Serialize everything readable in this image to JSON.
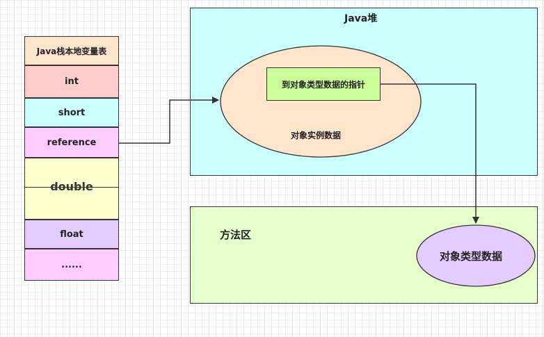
{
  "stack": {
    "title": "Java栈本地变量表",
    "slots": {
      "int": "int",
      "short": "short",
      "reference": "reference",
      "double": "double",
      "float": "float",
      "more": "......"
    }
  },
  "heap": {
    "title": "Java堆",
    "instance_label": "对象实例数据",
    "pointer_label": "到对象类型数据的指针"
  },
  "method_area": {
    "title": "方法区",
    "type_data_label": "对象类型数据"
  },
  "colors": {
    "stack_header": "#ffe5cc",
    "int": "#ffcccc",
    "short": "#ccffff",
    "reference": "#ffccff",
    "double": "#ffffcc",
    "float": "#e5ccff",
    "more": "#ffccff",
    "heap": "#ccffff",
    "instance_ellipse": "#ffe5cc",
    "pointer_box": "#ccff99",
    "method_area": "#e6ffcc",
    "type_data_ellipse": "#e5ccff",
    "lines": "#333333"
  }
}
